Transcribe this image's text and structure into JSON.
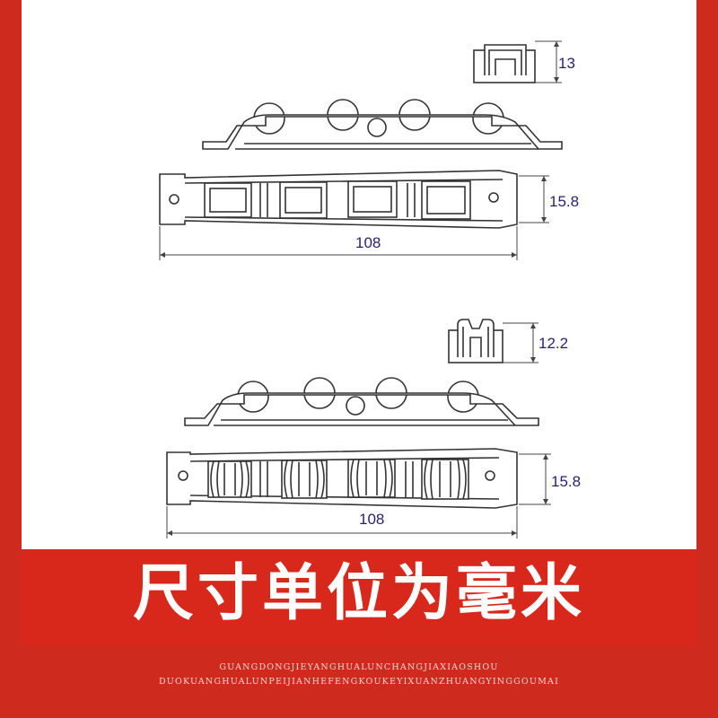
{
  "diagram": {
    "top_assembly": {
      "height_dim": "13",
      "side_dim": "15.8",
      "length_dim": "108",
      "roller_style": "flat"
    },
    "bottom_assembly": {
      "height_dim": "12.2",
      "side_dim": "15.8",
      "length_dim": "108",
      "roller_style": "grooved"
    }
  },
  "banner": {
    "text": "尺寸单位为毫米",
    "color": "#d8281c"
  },
  "footer": {
    "line1": "GUANGDONGJIEYANGHUALUNCHANGJIAXIAOSHOU",
    "line2": "DUOKUANGHUALUNPEIJIANHEFENGKOUKEYIXUANZHUANGYINGGOUMAI"
  }
}
